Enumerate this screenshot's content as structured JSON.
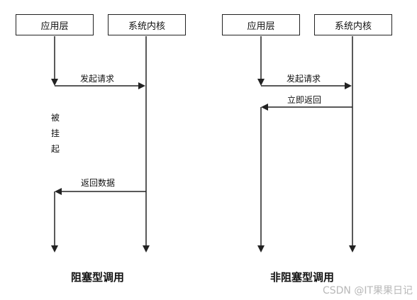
{
  "blocking": {
    "app_label": "应用层",
    "kernel_label": "系统内核",
    "request_label": "发起请求",
    "suspended_chars": [
      "被",
      "挂",
      "起"
    ],
    "return_data_label": "返回数据",
    "caption": "阻塞型调用"
  },
  "nonblocking": {
    "app_label": "应用层",
    "kernel_label": "系统内核",
    "request_label": "发起请求",
    "immediate_return_label": "立即返回",
    "caption": "非阻塞型调用"
  },
  "watermark": "CSDN @IT果果日记",
  "colors": {
    "line": "#222222",
    "box_border": "#222222",
    "watermark": "#b8b8b8"
  }
}
